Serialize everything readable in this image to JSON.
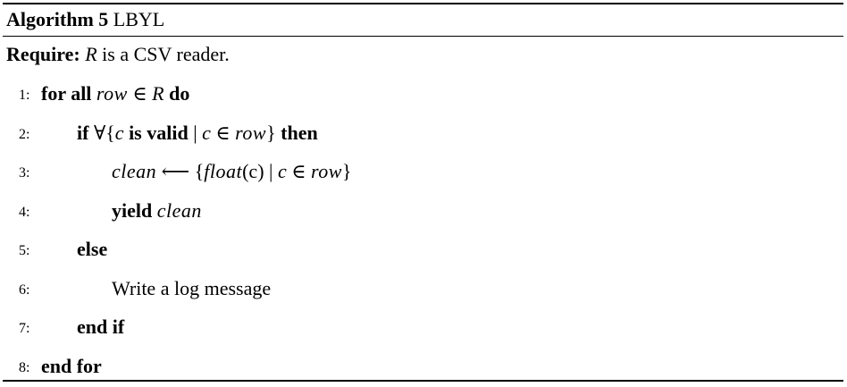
{
  "caption": {
    "label": "Algorithm 5",
    "name": "LBYL"
  },
  "require": {
    "keyword": "Require:",
    "var": "R",
    "text": " is a CSV reader."
  },
  "lines": [
    {
      "num": "1:",
      "kw1": "for all",
      "v1": "row",
      "sym": " ∈ ",
      "v2": "R",
      "kw2": "do"
    },
    {
      "num": "2:",
      "kw1": "if",
      "pre": " ∀{",
      "v1": "c",
      "kw_mid": "is valid",
      "sep": " | ",
      "v2": "c",
      "sym": " ∈ ",
      "v3": "row",
      "close": "}",
      "kw2": "then"
    },
    {
      "num": "3:",
      "v1": "clean",
      "arrow": " ⟵ {",
      "v2": "float",
      "arg": "(c)",
      "sep": " | ",
      "v3": "c",
      "sym": " ∈ ",
      "v4": "row",
      "close": "}"
    },
    {
      "num": "4:",
      "kw1": "yield",
      "v1": "clean"
    },
    {
      "num": "5:",
      "kw1": "else"
    },
    {
      "num": "6:",
      "text": "Write a log message"
    },
    {
      "num": "7:",
      "kw1": "end if"
    },
    {
      "num": "8:",
      "kw1": "end for"
    }
  ]
}
